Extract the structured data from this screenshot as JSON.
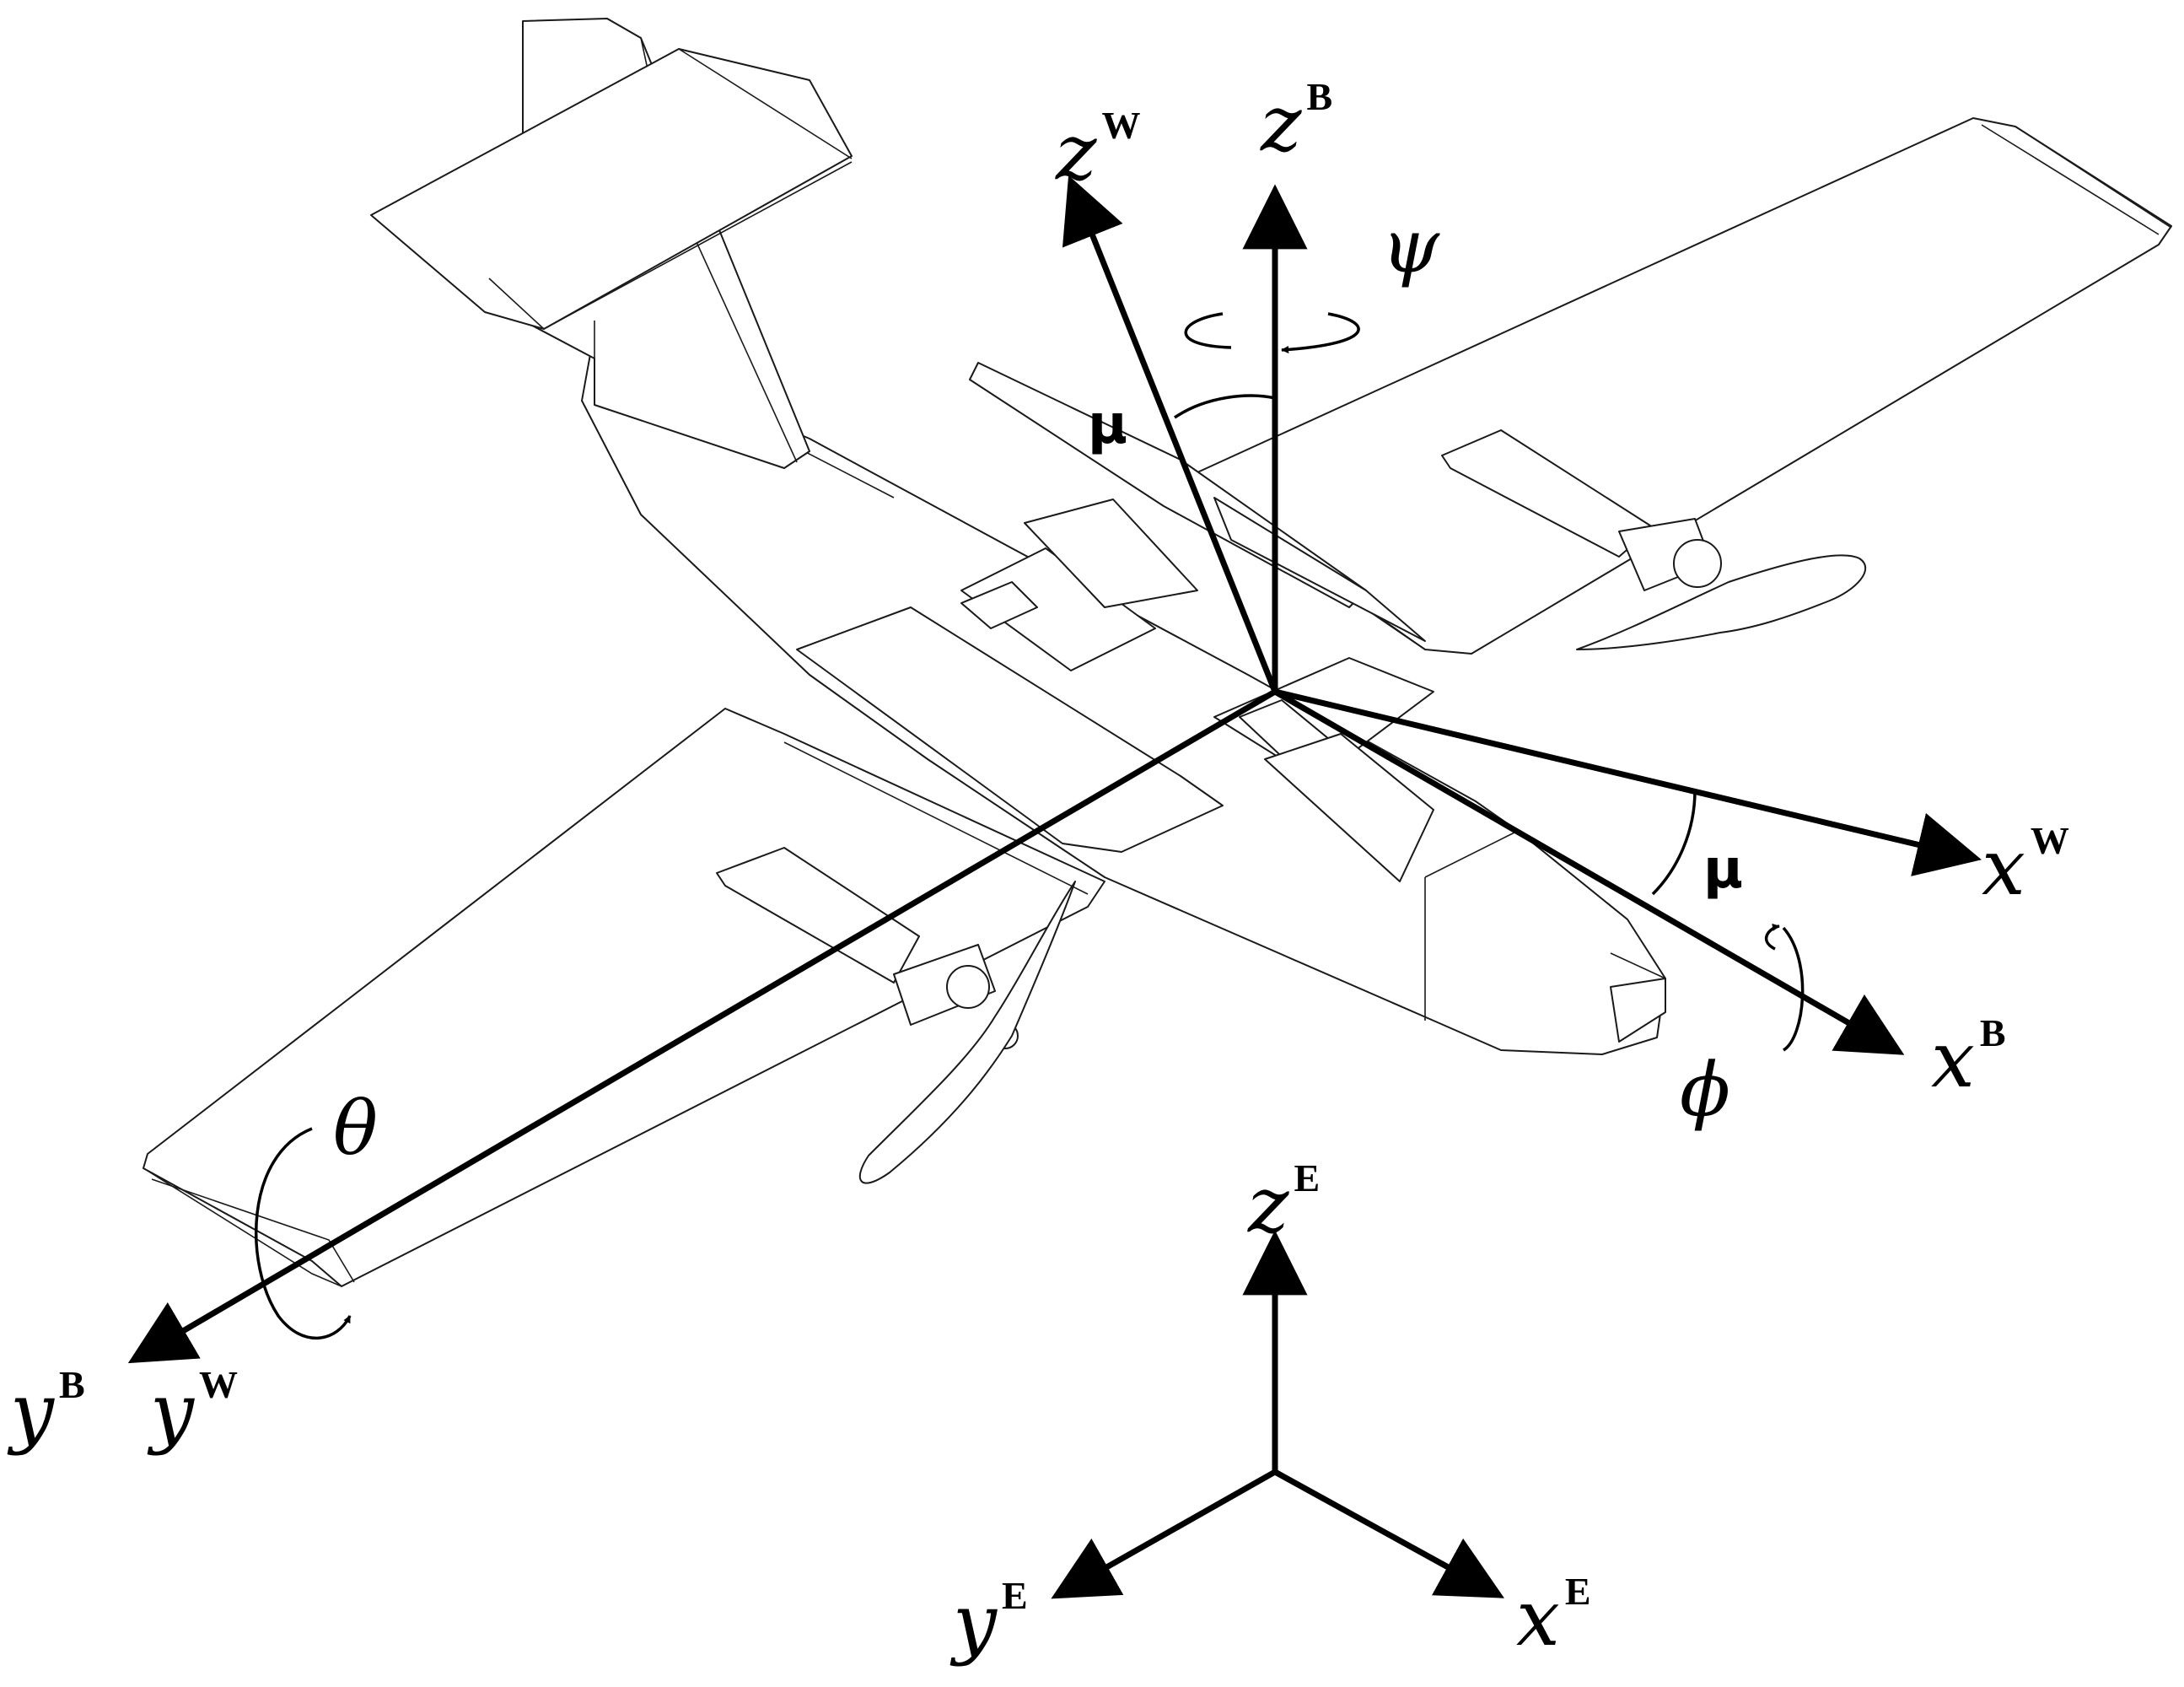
{
  "axes": {
    "zW": {
      "symbol": "z",
      "sup": "W"
    },
    "zB": {
      "symbol": "z",
      "sup": "B"
    },
    "xW": {
      "symbol": "x",
      "sup": "W"
    },
    "xB": {
      "symbol": "x",
      "sup": "B"
    },
    "yB": {
      "symbol": "y",
      "sup": "B"
    },
    "yW": {
      "symbol": "y",
      "sup": "W"
    },
    "zE": {
      "symbol": "z",
      "sup": "E"
    },
    "yE": {
      "symbol": "y",
      "sup": "E"
    },
    "xE": {
      "symbol": "x",
      "sup": "E"
    }
  },
  "angles": {
    "psi": "ψ",
    "theta": "θ",
    "phi": "ϕ",
    "mu_top": "μ",
    "mu_right": "μ"
  },
  "colors": {
    "ink": "#000000",
    "outline": "#1a1a1a",
    "background": "#ffffff"
  }
}
